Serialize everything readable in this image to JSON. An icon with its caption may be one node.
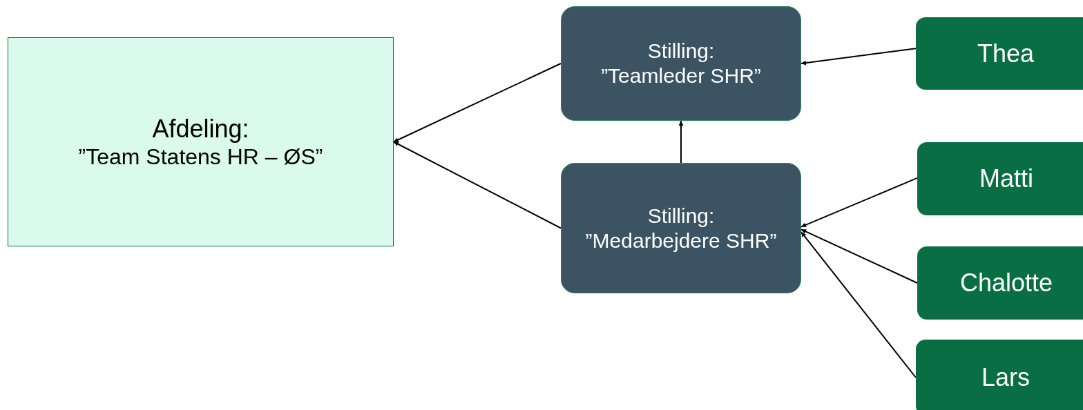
{
  "diagram": {
    "nodes": [
      {
        "text": [
          "Afdeling:",
          "”Team Statens HR – ØS”"
        ]
      },
      {
        "text": [
          "Stilling:",
          "”Teamleder SHR”"
        ]
      },
      {
        "text": [
          "Stilling:",
          "”Medarbejdere SHR”"
        ]
      },
      {
        "text": [
          "Thea"
        ]
      },
      {
        "text": [
          "Matti"
        ]
      },
      {
        "text": [
          "Chalotte"
        ]
      },
      {
        "text": [
          "Lars"
        ]
      }
    ],
    "edges": [
      {
        "from": 1,
        "to": 0,
        "arrow": "to"
      },
      {
        "from": 2,
        "to": 0,
        "arrow": "to"
      },
      {
        "from": 2,
        "to": 1,
        "arrow": "to"
      },
      {
        "from": 3,
        "to": 1,
        "arrow": "to"
      },
      {
        "from": 4,
        "to": 2,
        "arrow": "to"
      },
      {
        "from": 5,
        "to": 2,
        "arrow": "to"
      },
      {
        "from": 6,
        "to": 2,
        "arrow": "to"
      }
    ]
  }
}
